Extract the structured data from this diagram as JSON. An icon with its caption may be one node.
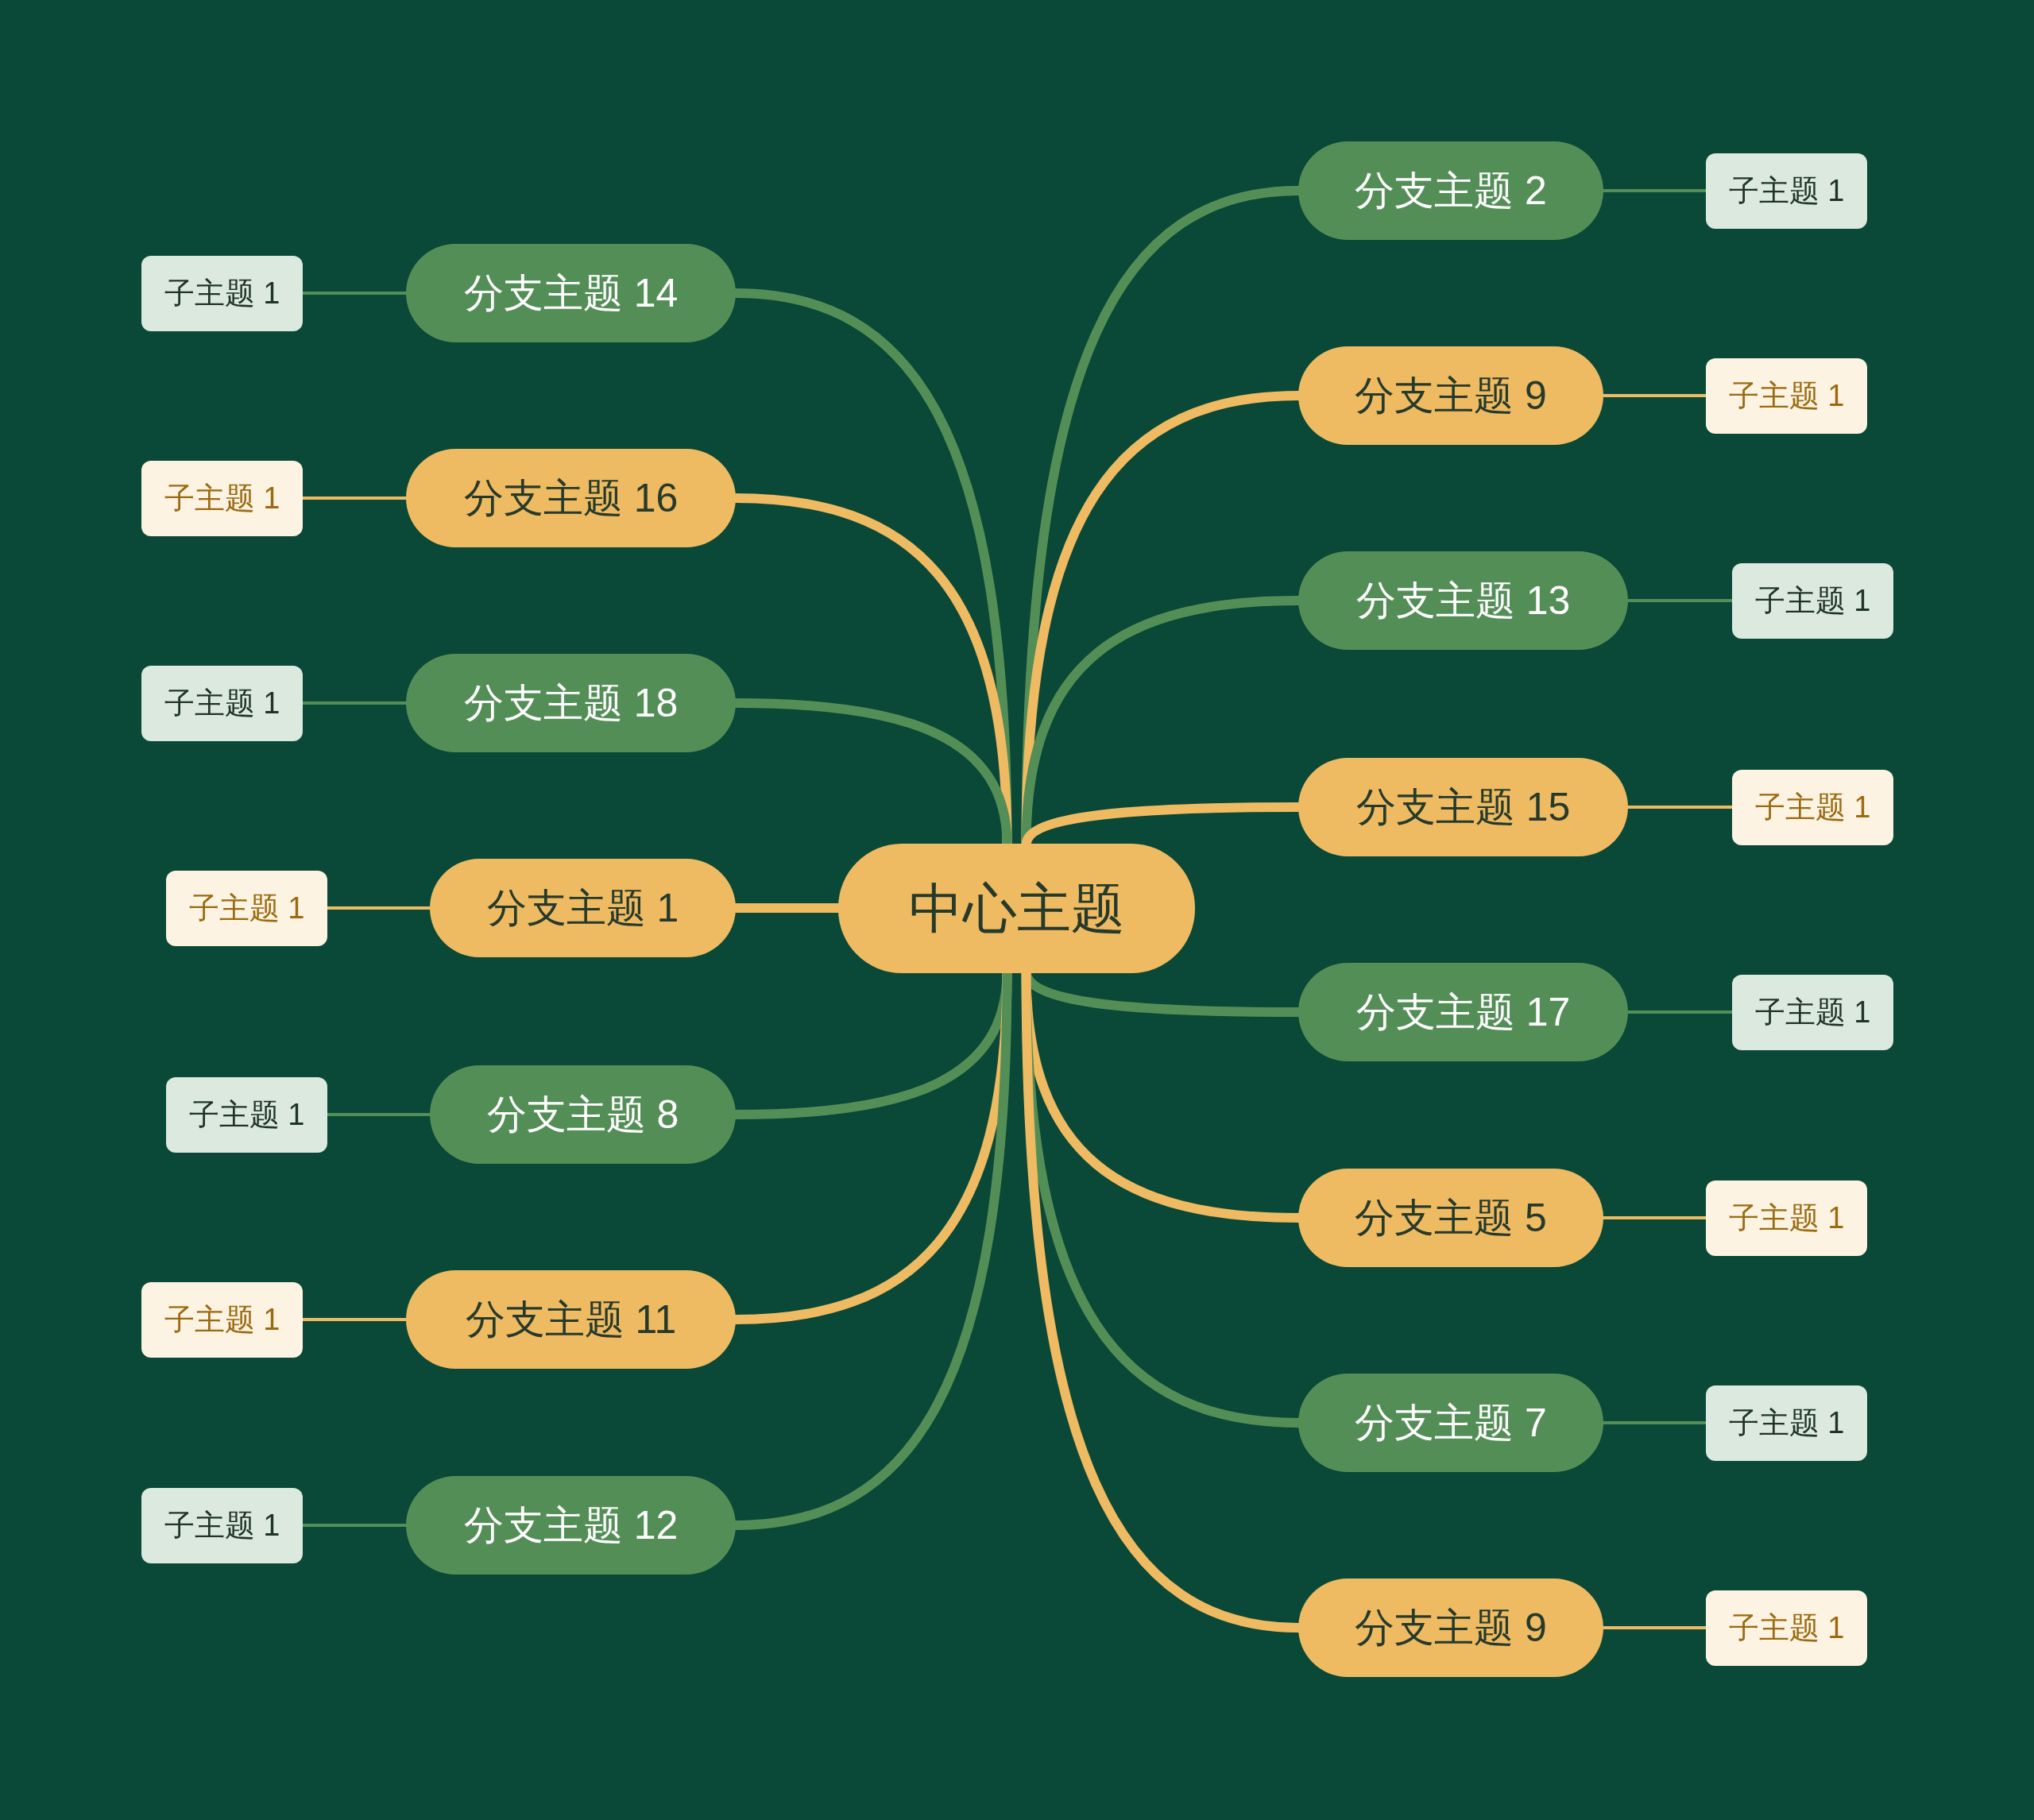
{
  "diagram": {
    "nodes": [
      {
        "text": [
          "中心主题"
        ]
      },
      {
        "text": [
          "分支主题 2"
        ]
      },
      {
        "text": [
          "子主题 1"
        ]
      },
      {
        "text": [
          "分支主题 9"
        ]
      },
      {
        "text": [
          "子主题 1"
        ]
      },
      {
        "text": [
          "分支主题 13"
        ]
      },
      {
        "text": [
          "子主题 1"
        ]
      },
      {
        "text": [
          "分支主题 15"
        ]
      },
      {
        "text": [
          "子主题 1"
        ]
      },
      {
        "text": [
          "分支主题 17"
        ]
      },
      {
        "text": [
          "子主题 1"
        ]
      },
      {
        "text": [
          "分支主题 5"
        ]
      },
      {
        "text": [
          "子主题 1"
        ]
      },
      {
        "text": [
          "分支主题 7"
        ]
      },
      {
        "text": [
          "子主题 1"
        ]
      },
      {
        "text": [
          "分支主题 9"
        ]
      },
      {
        "text": [
          "子主题 1"
        ]
      },
      {
        "text": [
          "分支主题 14"
        ]
      },
      {
        "text": [
          "子主题 1"
        ]
      },
      {
        "text": [
          "分支主题 16"
        ]
      },
      {
        "text": [
          "子主题 1"
        ]
      },
      {
        "text": [
          "分支主题 18"
        ]
      },
      {
        "text": [
          "子主题 1"
        ]
      },
      {
        "text": [
          "分支主题 1"
        ]
      },
      {
        "text": [
          "子主题 1"
        ]
      },
      {
        "text": [
          "分支主题 8"
        ]
      },
      {
        "text": [
          "子主题 1"
        ]
      },
      {
        "text": [
          "分支主题 11"
        ]
      },
      {
        "text": [
          "子主题 1"
        ]
      },
      {
        "text": [
          "分支主题 12"
        ]
      },
      {
        "text": [
          "子主题 1"
        ]
      }
    ],
    "edges": [
      {
        "from": 0,
        "to": 1,
        "arrow": "none",
        "style": "thick",
        "color": "#548e57"
      },
      {
        "from": 1,
        "to": 2,
        "arrow": "none",
        "color": "#548e57"
      },
      {
        "from": 0,
        "to": 3,
        "arrow": "none",
        "style": "thick",
        "color": "#efbb62"
      },
      {
        "from": 3,
        "to": 4,
        "arrow": "none",
        "color": "#efbb62"
      },
      {
        "from": 0,
        "to": 5,
        "arrow": "none",
        "style": "thick",
        "color": "#548e57"
      },
      {
        "from": 5,
        "to": 6,
        "arrow": "none",
        "color": "#548e57"
      },
      {
        "from": 0,
        "to": 7,
        "arrow": "none",
        "style": "thick",
        "color": "#efbb62"
      },
      {
        "from": 7,
        "to": 8,
        "arrow": "none",
        "color": "#efbb62"
      },
      {
        "from": 0,
        "to": 9,
        "arrow": "none",
        "style": "thick",
        "color": "#548e57"
      },
      {
        "from": 9,
        "to": 10,
        "arrow": "none",
        "color": "#548e57"
      },
      {
        "from": 0,
        "to": 11,
        "arrow": "none",
        "style": "thick",
        "color": "#efbb62"
      },
      {
        "from": 11,
        "to": 12,
        "arrow": "none",
        "color": "#efbb62"
      },
      {
        "from": 0,
        "to": 13,
        "arrow": "none",
        "style": "thick",
        "color": "#548e57"
      },
      {
        "from": 13,
        "to": 14,
        "arrow": "none",
        "color": "#548e57"
      },
      {
        "from": 0,
        "to": 15,
        "arrow": "none",
        "style": "thick",
        "color": "#efbb62"
      },
      {
        "from": 15,
        "to": 16,
        "arrow": "none",
        "color": "#efbb62"
      },
      {
        "from": 0,
        "to": 17,
        "arrow": "none",
        "style": "thick",
        "color": "#548e57"
      },
      {
        "from": 17,
        "to": 18,
        "arrow": "none",
        "color": "#548e57"
      },
      {
        "from": 0,
        "to": 19,
        "arrow": "none",
        "style": "thick",
        "color": "#efbb62"
      },
      {
        "from": 19,
        "to": 20,
        "arrow": "none",
        "color": "#efbb62"
      },
      {
        "from": 0,
        "to": 21,
        "arrow": "none",
        "style": "thick",
        "color": "#548e57"
      },
      {
        "from": 21,
        "to": 22,
        "arrow": "none",
        "color": "#548e57"
      },
      {
        "from": 0,
        "to": 23,
        "arrow": "none",
        "style": "thick",
        "color": "#efbb62"
      },
      {
        "from": 23,
        "to": 24,
        "arrow": "none",
        "color": "#efbb62"
      },
      {
        "from": 0,
        "to": 25,
        "arrow": "none",
        "style": "thick",
        "color": "#548e57"
      },
      {
        "from": 25,
        "to": 26,
        "arrow": "none",
        "color": "#548e57"
      },
      {
        "from": 0,
        "to": 27,
        "arrow": "none",
        "style": "thick",
        "color": "#efbb62"
      },
      {
        "from": 27,
        "to": 28,
        "arrow": "none",
        "color": "#efbb62"
      },
      {
        "from": 0,
        "to": 29,
        "arrow": "none",
        "style": "thick",
        "color": "#548e57"
      },
      {
        "from": 29,
        "to": 30,
        "arrow": "none",
        "color": "#548e57"
      }
    ]
  }
}
